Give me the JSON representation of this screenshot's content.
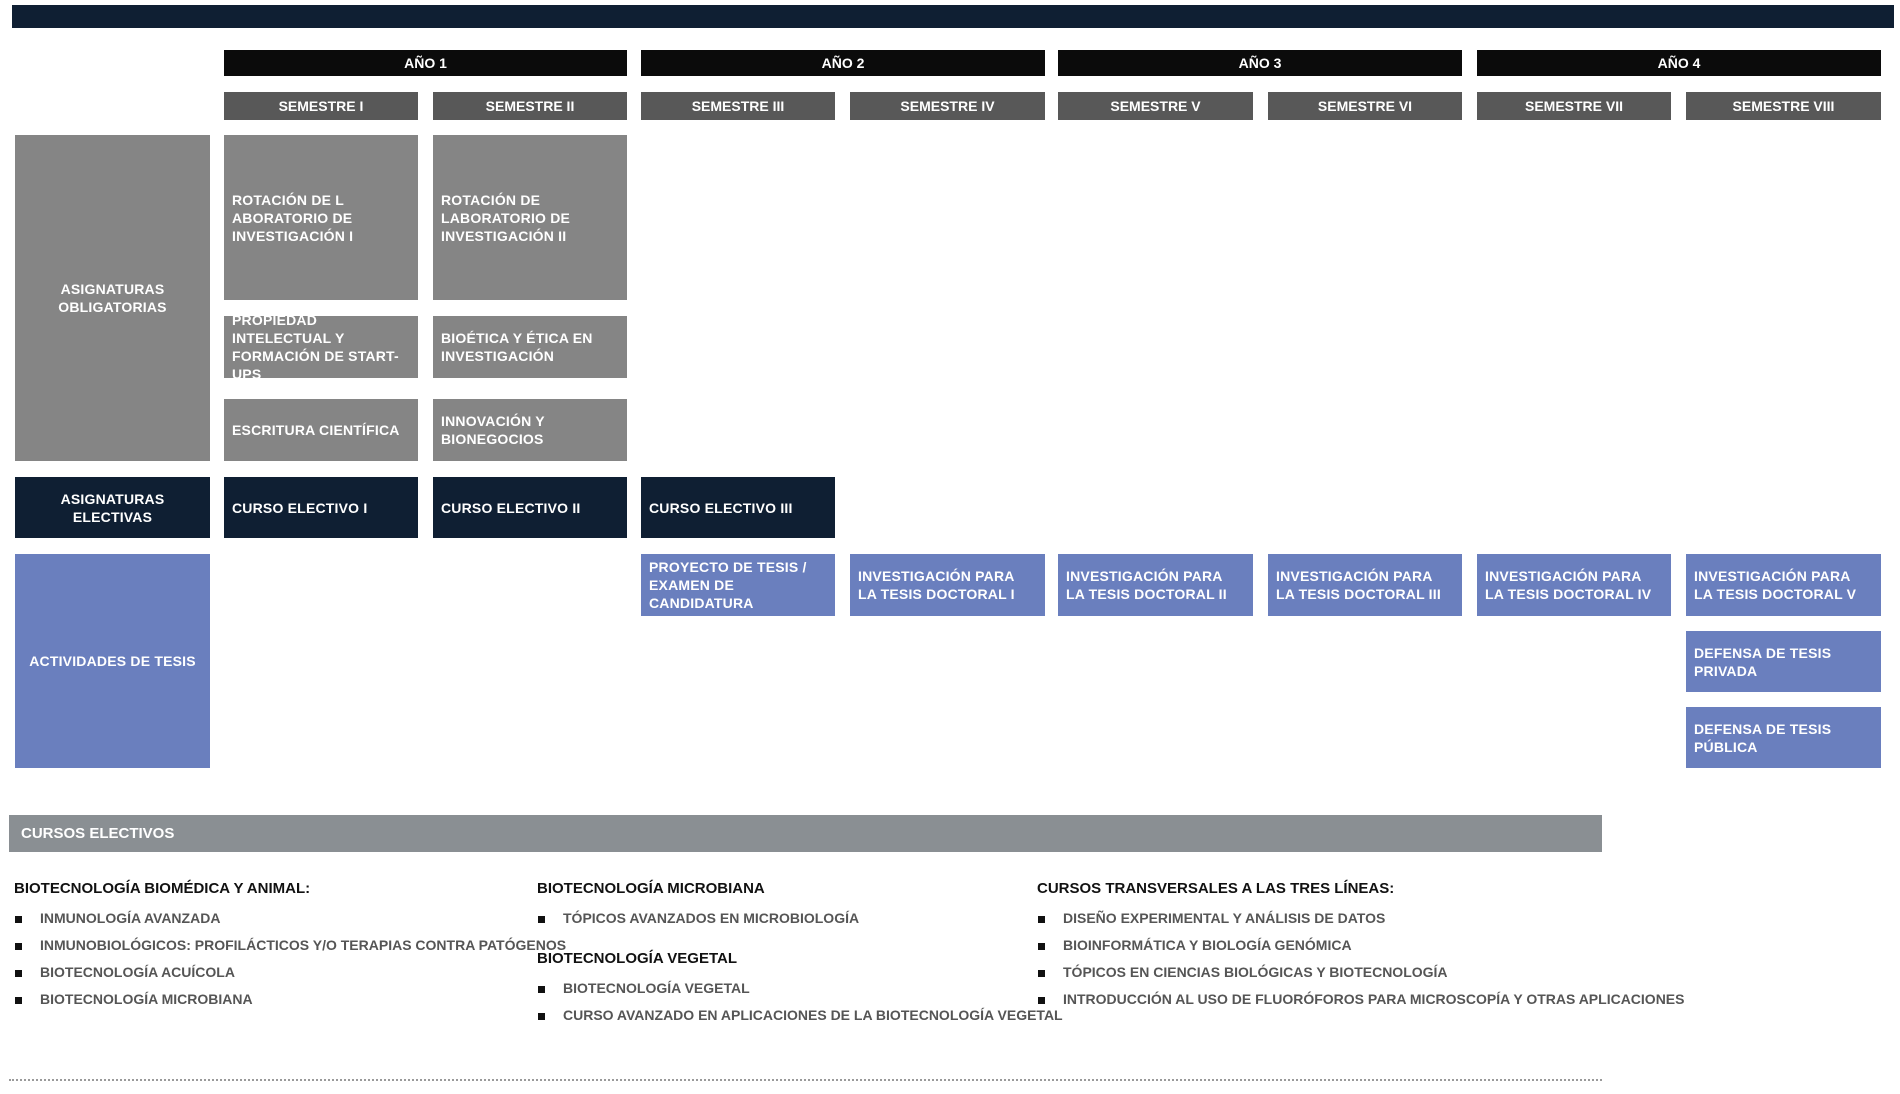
{
  "years": [
    "AÑO 1",
    "AÑO 2",
    "AÑO 3",
    "AÑO 4"
  ],
  "semesters": [
    "SEMESTRE I",
    "SEMESTRE II",
    "SEMESTRE III",
    "SEMESTRE IV",
    "SEMESTRE V",
    "SEMESTRE VI",
    "SEMESTRE VII",
    "SEMESTRE VIII"
  ],
  "rows": {
    "obligatorias": "ASIGNATURAS OBLIGATORIAS",
    "electivas": "ASIGNATURAS ELECTIVAS",
    "tesis": "ACTIVIDADES DE TESIS"
  },
  "obligatorias": {
    "rotacion_1": "ROTACIÓN DE L ABORATORIO DE INVESTIGACIÓN I",
    "rotacion_2": "ROTACIÓN DE LABORATORIO DE INVESTIGACIÓN II",
    "propiedad": "PROPIEDAD INTELECTUAL Y FORMACIÓN DE START-UPS",
    "bioetica": "BIOÉTICA Y ÉTICA EN INVESTIGACIÓN",
    "escritura": "ESCRITURA CIENTÍFICA",
    "innovacion": "INNOVACIÓN Y BIONEGOCIOS"
  },
  "electivas": [
    "CURSO ELECTIVO I",
    "CURSO ELECTIVO II",
    "CURSO ELECTIVO III"
  ],
  "tesis": {
    "proyecto": "PROYECTO DE TESIS / EXAMEN DE CANDIDATURA",
    "investigacion": [
      "INVESTIGACIÓN PARA LA TESIS DOCTORAL I",
      "INVESTIGACIÓN PARA LA TESIS DOCTORAL II",
      "INVESTIGACIÓN PARA LA TESIS DOCTORAL III",
      "INVESTIGACIÓN PARA LA TESIS DOCTORAL IV",
      "INVESTIGACIÓN PARA LA TESIS DOCTORAL V"
    ],
    "defensa_privada": "DEFENSA DE TESIS PRIVADA",
    "defensa_publica": "DEFENSA DE TESIS PÚBLICA"
  },
  "cursos_electivos": {
    "title": "CURSOS ELECTIVOS",
    "biomedica": {
      "heading": "BIOTECNOLOGÍA BIOMÉDICA Y ANIMAL:",
      "items": [
        "INMUNOLOGÍA AVANZADA",
        "INMUNOBIOLÓGICOS: PROFILÁCTICOS Y/O TERAPIAS CONTRA PATÓGENOS",
        "BIOTECNOLOGÍA ACUÍCOLA",
        "BIOTECNOLOGÍA MICROBIANA"
      ]
    },
    "microbiana": {
      "heading": "BIOTECNOLOGÍA MICROBIANA",
      "items": [
        "TÓPICOS AVANZADOS EN MICROBIOLOGÍA"
      ]
    },
    "vegetal": {
      "heading": "BIOTECNOLOGÍA VEGETAL",
      "items": [
        "BIOTECNOLOGÍA VEGETAL",
        "CURSO AVANZADO EN APLICACIONES DE LA BIOTECNOLOGÍA VEGETAL"
      ]
    },
    "transversales": {
      "heading": "CURSOS TRANSVERSALES A LAS TRES LÍNEAS:",
      "items": [
        "DISEÑO EXPERIMENTAL Y ANÁLISIS DE DATOS",
        "BIOINFORMÁTICA Y BIOLOGÍA GENÓMICA",
        "TÓPICOS EN CIENCIAS BIOLÓGICAS Y BIOTECNOLOGÍA",
        "INTRODUCCIÓN AL USO DE FLUORÓFOROS PARA MICROSCOPÍA Y OTRAS APLICACIONES"
      ]
    }
  },
  "colors": {
    "navy": "#0f1f33",
    "gray": "#858585",
    "dark_gray": "#585858",
    "blue": "#6a7fbe"
  }
}
